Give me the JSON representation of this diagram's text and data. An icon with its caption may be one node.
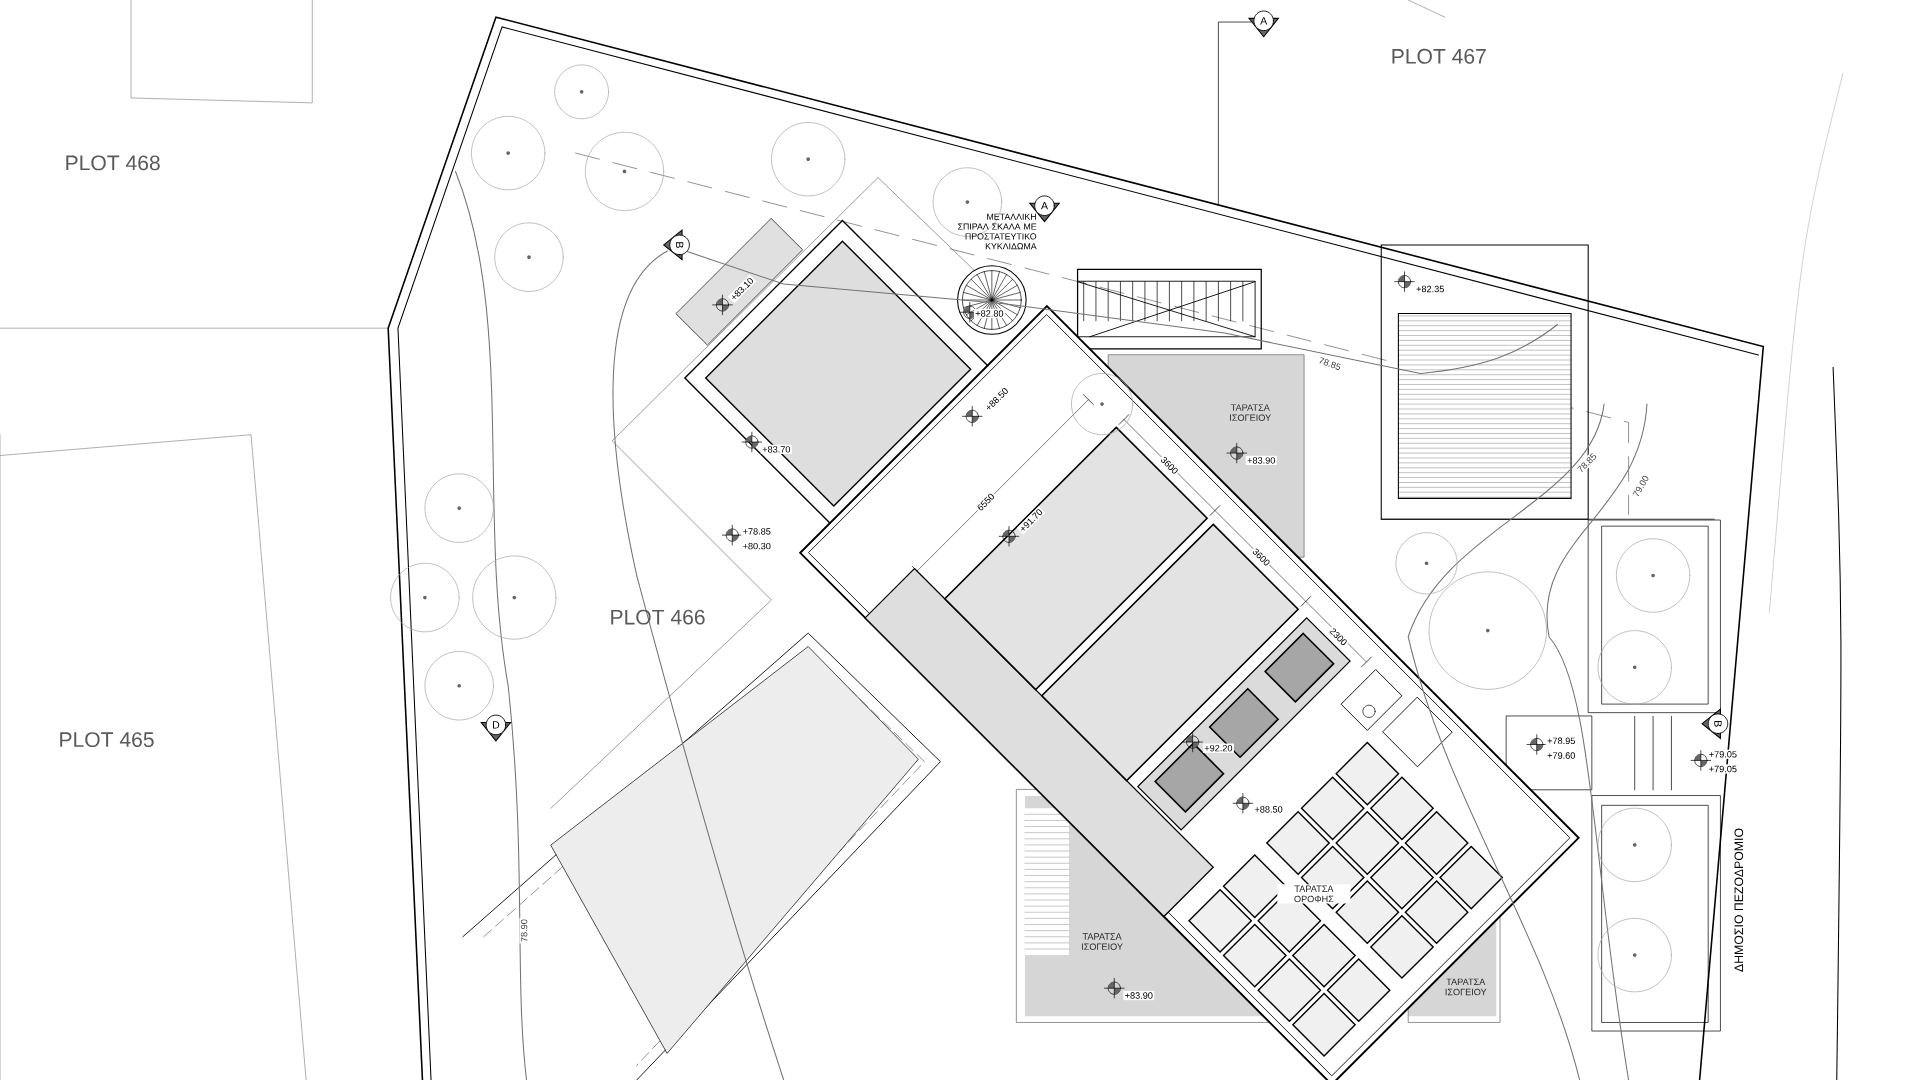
{
  "diagram": {
    "labels": [
      "PLOT 467",
      "A",
      "PLOT 468",
      "A",
      "ΜΕΤΑΛΛΙΚΗ ΣΠΙΡΑΛ ΣΚΑΛΑ ΜΕ ΠΡΟΣΤΑΤΕΥΤΙΚΟ ΚΥΚΛΙΔΩΜΑ",
      "B",
      "+83.10",
      "+82.80",
      "+82.35",
      "78.85",
      "+88.50",
      "ΤΑΡΑΤΣΑ ΙΣΟΓΕΙΟΥ",
      "+83.70",
      "3600",
      "+83.90",
      "78.85",
      "79.00",
      "6550",
      "+91.70",
      "+78.85",
      "+80.30",
      "3600",
      "PLOT 466",
      "2300",
      "PLOT 465",
      "D",
      "+92.20",
      "+78.95",
      "+79.60",
      "B",
      "+79.05",
      "+79.05",
      "+88.50",
      "ΤΑΡΑΤΣΑ ΟΡΟΦΗΣ",
      "78.90",
      "ΤΑΡΑΤΣΑ ΙΣΟΓΕΙΟΥ",
      "ΔΗΜΟΣΙΟ ΠΕΖΟΔΡΟΜΙΟ",
      "+83.90",
      "ΤΑΡΑΤΣΑ ΙΣΟΓΕΙΟΥ"
    ]
  }
}
